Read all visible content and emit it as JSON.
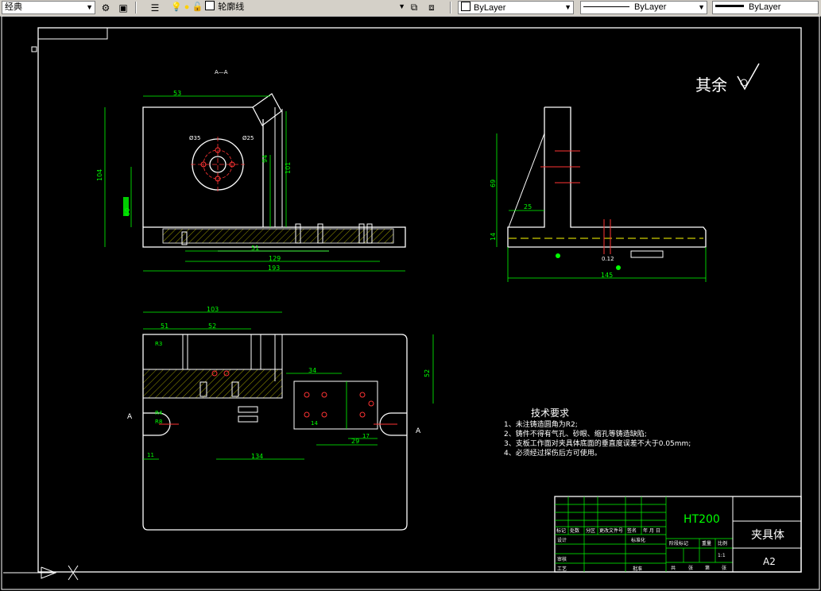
{
  "toolbar": {
    "workspace": "经典",
    "layer_name": "轮廓线",
    "color": "ByLayer",
    "linetype": "ByLayer",
    "lineweight": "ByLayer"
  },
  "drawing": {
    "roughness_note": "其余",
    "section_label": "A—A",
    "tech_title": "技术要求",
    "tech_notes": [
      "1、未注铸造圆角为R2;",
      "2、铸件不得有气孔、砂眼、缩孔等铸造缺陷;",
      "3、支板工作面对夹具体底面的垂直度误差不大于0.05mm;",
      "4、必须经过探伤后方可使用。"
    ],
    "dims_front": {
      "d53": "53",
      "d104": "104",
      "d101": "101",
      "d94": "94",
      "d60": "60",
      "d51": "51",
      "d129": "129",
      "d193": "193",
      "d35": "Ø35",
      "d25": "Ø25"
    },
    "dims_side": {
      "d69": "69",
      "d25": "25",
      "d14": "14",
      "d145": "145",
      "d12": "0.12"
    },
    "dims_top": {
      "d103": "103",
      "d51": "51",
      "d52a": "52",
      "d34": "34",
      "d52b": "52",
      "d134": "134",
      "d29": "29",
      "d17": "17",
      "d14": "14",
      "d11": "11",
      "r3": "R3",
      "r4": "R4",
      "r8": "R8",
      "a_left": "A",
      "a_right": "A"
    },
    "title_block": {
      "material": "HT200",
      "part_name": "夹具体",
      "sheet_size": "A2",
      "scale": "1:1",
      "row_labels": [
        "标记",
        "处数",
        "分区",
        "更改文件号",
        "签名",
        "年 月 日"
      ],
      "left_labels": [
        "设计",
        "审核",
        "工艺"
      ],
      "mid_labels": [
        "标准化",
        "批准"
      ],
      "stage_labels": [
        "阶段标记",
        "重量",
        "比例"
      ],
      "sheet_labels": [
        "共",
        "张",
        "第",
        "张"
      ]
    }
  }
}
